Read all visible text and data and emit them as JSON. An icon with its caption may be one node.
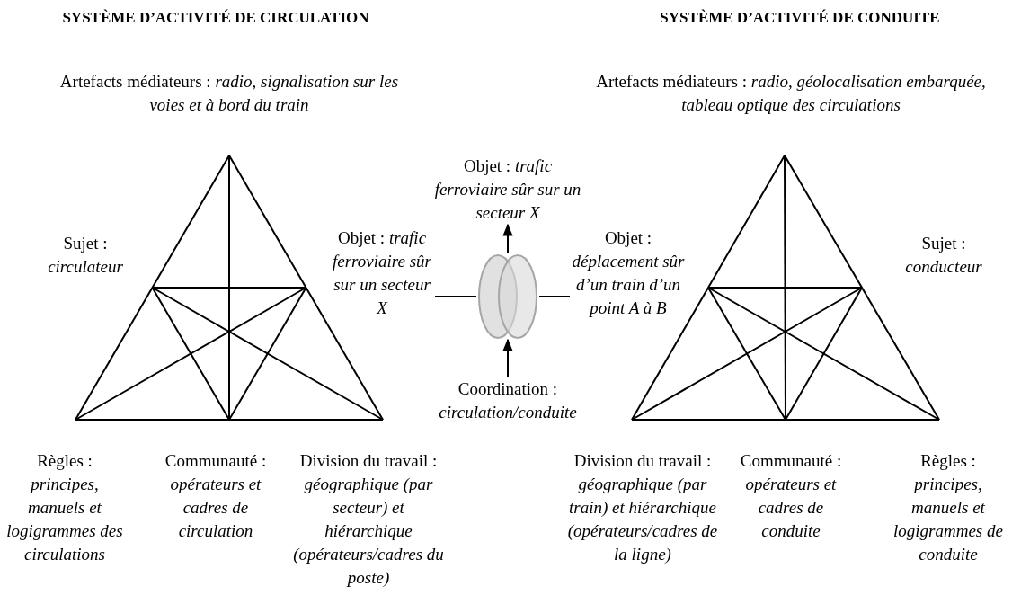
{
  "diagram": {
    "nodes": [
      {
        "text": [
          "Objet : *trafic ferroviaire sûr sur un secteur X*"
        ]
      },
      {
        "text": [
          "Objet : *trafic ferroviaire sûr sur un secteur X*"
        ]
      },
      {
        "text": [],
        "shape": "ellipse"
      },
      {
        "text": [
          "Objet : *déplacement sûr d’un train d’un point A à B*"
        ]
      },
      {
        "text": [
          "Coordination : *circulation/conduite*"
        ]
      }
    ],
    "edges": [
      {
        "from": 1,
        "to": 2,
        "arrow": "none"
      },
      {
        "from": 2,
        "to": 3,
        "arrow": "none"
      },
      {
        "from": 2,
        "to": 0,
        "arrow": "to"
      },
      {
        "from": 4,
        "to": 2,
        "arrow": "to"
      }
    ],
    "labels": [
      "SYSTÈME D’ACTIVITÉ DE CIRCULATION",
      "SYSTÈME D’ACTIVITÉ DE CONDUITE",
      "Artefacts médiateurs : *radio, signalisation sur les voies et à bord du train*",
      "Artefacts médiateurs : *radio, géolocalisation embarquée, tableau optique des circulations*",
      "Sujet : *circulateur*",
      "Sujet : *conducteur*",
      "Règles : *principes, manuels et logigrammes des circulations*",
      "Communauté : *opérateurs et cadres de circulation*",
      "Division du travail : *géographique (par secteur) et hiérarchique (opérateurs/cadres du poste)*",
      "Division du travail : *géographique (par train) et hiérarchique (opérateurs/cadres de la ligne)*",
      "Communauté : *opérateurs et cadres de conduite*",
      "Règles : *principes, manuels et logigrammes de conduite*"
    ]
  }
}
